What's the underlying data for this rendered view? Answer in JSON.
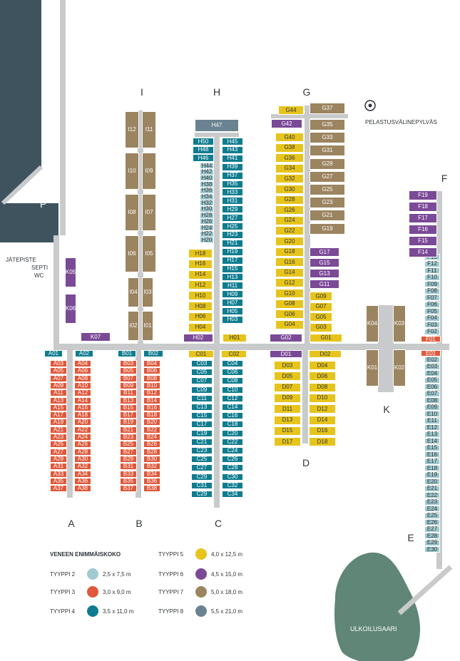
{
  "colors": {
    "t2": "#9fcad0",
    "t3": "#e0583a",
    "t4": "#0f7c8f",
    "t5": "#e6c41c",
    "t6": "#7b4a97",
    "t7": "#9b8460",
    "t8": "#6b8391"
  },
  "dock_labels": [
    "A",
    "B",
    "C",
    "D",
    "E",
    "F",
    "G",
    "H",
    "I",
    "K"
  ],
  "labels": {
    "parking": "P",
    "jatepiste": "JÄTEPISTE",
    "septi": "SEPTI",
    "wc": "WC",
    "pelastus": "PELASTUSVÄLINEPYLVÄS",
    "ulkoilusaari": "ULKOILUSAARI"
  },
  "legend": {
    "title": "VENEEN ENIMMÄISKOKO",
    "items": [
      {
        "type": "TYYPPI 2",
        "size": "2,5 x 7,5 m",
        "color": "#9fcad0"
      },
      {
        "type": "TYYPPI 3",
        "size": "3,0 x 9,0 m",
        "color": "#e0583a"
      },
      {
        "type": "TYYPPI 4",
        "size": "3,5 x 11,0 m",
        "color": "#0f7c8f"
      },
      {
        "type": "TYYPPI 5",
        "size": "4,0 x 12,5 m",
        "color": "#e6c41c"
      },
      {
        "type": "TYYPPI 6",
        "size": "4,5 x 15,0 m",
        "color": "#7b4a97"
      },
      {
        "type": "TYYPPI 7",
        "size": "5,0 x 18,0 m",
        "color": "#9b8460"
      },
      {
        "type": "TYYPPI 8",
        "size": "5,5 x 21,0 m",
        "color": "#6b8391"
      }
    ]
  },
  "berths": [
    {
      "id": "A01",
      "t": 4
    },
    {
      "id": "A02",
      "t": 4
    },
    {
      "id": "A03",
      "t": 3
    },
    {
      "id": "A04",
      "t": 3
    },
    {
      "id": "A05",
      "t": 3
    },
    {
      "id": "A06",
      "t": 3
    },
    {
      "id": "A07",
      "t": 3
    },
    {
      "id": "A08",
      "t": 3
    },
    {
      "id": "A09",
      "t": 3
    },
    {
      "id": "A10",
      "t": 3
    },
    {
      "id": "A11",
      "t": 3
    },
    {
      "id": "A12",
      "t": 3
    },
    {
      "id": "A13",
      "t": 3
    },
    {
      "id": "A14",
      "t": 3
    },
    {
      "id": "A15",
      "t": 3
    },
    {
      "id": "A16",
      "t": 3
    },
    {
      "id": "A17",
      "t": 3
    },
    {
      "id": "A18",
      "t": 3
    },
    {
      "id": "A19",
      "t": 3
    },
    {
      "id": "A20",
      "t": 3
    },
    {
      "id": "A21",
      "t": 3
    },
    {
      "id": "A22",
      "t": 3
    },
    {
      "id": "A23",
      "t": 3
    },
    {
      "id": "A24",
      "t": 3
    },
    {
      "id": "A25",
      "t": 3
    },
    {
      "id": "A26",
      "t": 3
    },
    {
      "id": "A27",
      "t": 3
    },
    {
      "id": "A28",
      "t": 3
    },
    {
      "id": "A29",
      "t": 3
    },
    {
      "id": "A30",
      "t": 3
    },
    {
      "id": "A31",
      "t": 3
    },
    {
      "id": "A32",
      "t": 3
    },
    {
      "id": "A33",
      "t": 3
    },
    {
      "id": "A34",
      "t": 3
    },
    {
      "id": "A35",
      "t": 3
    },
    {
      "id": "A36",
      "t": 3
    },
    {
      "id": "A37",
      "t": 3
    },
    {
      "id": "A38",
      "t": 3
    },
    {
      "id": "B01",
      "t": 4
    },
    {
      "id": "B02",
      "t": 4
    },
    {
      "id": "B03",
      "t": 3
    },
    {
      "id": "B04",
      "t": 3
    },
    {
      "id": "B05",
      "t": 3
    },
    {
      "id": "B06",
      "t": 3
    },
    {
      "id": "B07",
      "t": 3
    },
    {
      "id": "B08",
      "t": 3
    },
    {
      "id": "B09",
      "t": 3
    },
    {
      "id": "B10",
      "t": 3
    },
    {
      "id": "B11",
      "t": 3
    },
    {
      "id": "B12",
      "t": 3
    },
    {
      "id": "B13",
      "t": 3
    },
    {
      "id": "B14",
      "t": 3
    },
    {
      "id": "B15",
      "t": 3
    },
    {
      "id": "B16",
      "t": 3
    },
    {
      "id": "B17",
      "t": 3
    },
    {
      "id": "B18",
      "t": 3
    },
    {
      "id": "B19",
      "t": 3
    },
    {
      "id": "B20",
      "t": 3
    },
    {
      "id": "B21",
      "t": 3
    },
    {
      "id": "B22",
      "t": 3
    },
    {
      "id": "B23",
      "t": 3
    },
    {
      "id": "B24",
      "t": 3
    },
    {
      "id": "B25",
      "t": 3
    },
    {
      "id": "B26",
      "t": 3
    },
    {
      "id": "B27",
      "t": 3
    },
    {
      "id": "B28",
      "t": 3
    },
    {
      "id": "B29",
      "t": 3
    },
    {
      "id": "B30",
      "t": 3
    },
    {
      "id": "B31",
      "t": 3
    },
    {
      "id": "B32",
      "t": 3
    },
    {
      "id": "B33",
      "t": 3
    },
    {
      "id": "B34",
      "t": 3
    },
    {
      "id": "B35",
      "t": 3
    },
    {
      "id": "B36",
      "t": 3
    },
    {
      "id": "B37",
      "t": 3
    },
    {
      "id": "B38",
      "t": 3
    },
    {
      "id": "C01",
      "t": 5
    },
    {
      "id": "C02",
      "t": 5
    },
    {
      "id": "C03",
      "t": 4
    },
    {
      "id": "C04",
      "t": 4
    },
    {
      "id": "C05",
      "t": 4
    },
    {
      "id": "C06",
      "t": 4
    },
    {
      "id": "C07",
      "t": 4
    },
    {
      "id": "C08",
      "t": 4
    },
    {
      "id": "C09",
      "t": 4
    },
    {
      "id": "C10",
      "t": 4
    },
    {
      "id": "C11",
      "t": 4
    },
    {
      "id": "C12",
      "t": 4
    },
    {
      "id": "C13",
      "t": 4
    },
    {
      "id": "C14",
      "t": 4
    },
    {
      "id": "C15",
      "t": 4
    },
    {
      "id": "C16",
      "t": 4
    },
    {
      "id": "C17",
      "t": 4
    },
    {
      "id": "C18",
      "t": 4
    },
    {
      "id": "C19",
      "t": 4
    },
    {
      "id": "C20",
      "t": 4
    },
    {
      "id": "C21",
      "t": 4
    },
    {
      "id": "C22",
      "t": 4
    },
    {
      "id": "C23",
      "t": 4
    },
    {
      "id": "C24",
      "t": 4
    },
    {
      "id": "C25",
      "t": 4
    },
    {
      "id": "C26",
      "t": 4
    },
    {
      "id": "C27",
      "t": 4
    },
    {
      "id": "C28",
      "t": 4
    },
    {
      "id": "C29",
      "t": 4
    },
    {
      "id": "C30",
      "t": 4
    },
    {
      "id": "C31",
      "t": 4
    },
    {
      "id": "C32",
      "t": 4
    },
    {
      "id": "C29",
      "t": 4
    },
    {
      "id": "C34",
      "t": 4
    },
    {
      "id": "D01",
      "t": 6
    },
    {
      "id": "D02",
      "t": 5
    },
    {
      "id": "D03",
      "t": 5
    },
    {
      "id": "D04",
      "t": 5
    },
    {
      "id": "D05",
      "t": 5
    },
    {
      "id": "D06",
      "t": 5
    },
    {
      "id": "D07",
      "t": 5
    },
    {
      "id": "D08",
      "t": 5
    },
    {
      "id": "D09",
      "t": 5
    },
    {
      "id": "D10",
      "t": 5
    },
    {
      "id": "D11",
      "t": 5
    },
    {
      "id": "D12",
      "t": 5
    },
    {
      "id": "D13",
      "t": 5
    },
    {
      "id": "D14",
      "t": 5
    },
    {
      "id": "D15",
      "t": 5
    },
    {
      "id": "D16",
      "t": 5
    },
    {
      "id": "D17",
      "t": 5
    },
    {
      "id": "D18",
      "t": 5
    },
    {
      "id": "E01",
      "t": 3
    },
    {
      "id": "E02",
      "t": 2
    },
    {
      "id": "E03",
      "t": 2
    },
    {
      "id": "E04",
      "t": 2
    },
    {
      "id": "E05",
      "t": 2
    },
    {
      "id": "E06",
      "t": 2
    },
    {
      "id": "E07",
      "t": 2
    },
    {
      "id": "E08",
      "t": 2
    },
    {
      "id": "E09",
      "t": 2
    },
    {
      "id": "E10",
      "t": 2
    },
    {
      "id": "E11",
      "t": 2
    },
    {
      "id": "E12",
      "t": 2
    },
    {
      "id": "E13",
      "t": 2
    },
    {
      "id": "E14",
      "t": 2
    },
    {
      "id": "E15",
      "t": 2
    },
    {
      "id": "E16",
      "t": 2
    },
    {
      "id": "E17",
      "t": 2
    },
    {
      "id": "E18",
      "t": 2
    },
    {
      "id": "E19",
      "t": 2
    },
    {
      "id": "E20",
      "t": 2
    },
    {
      "id": "E21",
      "t": 2
    },
    {
      "id": "E22",
      "t": 2
    },
    {
      "id": "E23",
      "t": 2
    },
    {
      "id": "E24",
      "t": 2
    },
    {
      "id": "E25",
      "t": 2
    },
    {
      "id": "E26",
      "t": 2
    },
    {
      "id": "E27",
      "t": 2
    },
    {
      "id": "E28",
      "t": 2
    },
    {
      "id": "E29",
      "t": 2
    },
    {
      "id": "E30",
      "t": 2
    },
    {
      "id": "F01",
      "t": 3
    },
    {
      "id": "F02",
      "t": 2
    },
    {
      "id": "F03",
      "t": 2
    },
    {
      "id": "F04",
      "t": 2
    },
    {
      "id": "F05",
      "t": 2
    },
    {
      "id": "F06",
      "t": 2
    },
    {
      "id": "F07",
      "t": 2
    },
    {
      "id": "F08",
      "t": 2
    },
    {
      "id": "F09",
      "t": 2
    },
    {
      "id": "F10",
      "t": 2
    },
    {
      "id": "F11",
      "t": 2
    },
    {
      "id": "F12",
      "t": 2
    },
    {
      "id": "F13",
      "t": 2
    },
    {
      "id": "F14",
      "t": 6
    },
    {
      "id": "F15",
      "t": 6
    },
    {
      "id": "F16",
      "t": 6
    },
    {
      "id": "F17",
      "t": 6
    },
    {
      "id": "F18",
      "t": 6
    },
    {
      "id": "F19",
      "t": 6
    },
    {
      "id": "G01",
      "t": 5
    },
    {
      "id": "G02",
      "t": 6
    },
    {
      "id": "G03",
      "t": 5
    },
    {
      "id": "G04",
      "t": 5
    },
    {
      "id": "G05",
      "t": 5
    },
    {
      "id": "G06",
      "t": 5
    },
    {
      "id": "G07",
      "t": 5
    },
    {
      "id": "G08",
      "t": 5
    },
    {
      "id": "G09",
      "t": 5
    },
    {
      "id": "G10",
      "t": 5
    },
    {
      "id": "G11",
      "t": 6
    },
    {
      "id": "G12",
      "t": 5
    },
    {
      "id": "G13",
      "t": 6
    },
    {
      "id": "G14",
      "t": 5
    },
    {
      "id": "G15",
      "t": 6
    },
    {
      "id": "G16",
      "t": 5
    },
    {
      "id": "G17",
      "t": 6
    },
    {
      "id": "G18",
      "t": 5
    },
    {
      "id": "G19",
      "t": 7
    },
    {
      "id": "G20",
      "t": 5
    },
    {
      "id": "G21",
      "t": 7
    },
    {
      "id": "G22",
      "t": 5
    },
    {
      "id": "G23",
      "t": 7
    },
    {
      "id": "G24",
      "t": 5
    },
    {
      "id": "G25",
      "t": 7
    },
    {
      "id": "G26",
      "t": 5
    },
    {
      "id": "G27",
      "t": 7
    },
    {
      "id": "G28",
      "t": 5
    },
    {
      "id": "G29",
      "t": 7
    },
    {
      "id": "G30",
      "t": 5
    },
    {
      "id": "G31",
      "t": 7
    },
    {
      "id": "G32",
      "t": 5
    },
    {
      "id": "G33",
      "t": 7
    },
    {
      "id": "G34",
      "t": 5
    },
    {
      "id": "G35",
      "t": 7
    },
    {
      "id": "G36",
      "t": 5
    },
    {
      "id": "G37",
      "t": 7
    },
    {
      "id": "G38",
      "t": 5
    },
    {
      "id": "G40",
      "t": 5
    },
    {
      "id": "G42",
      "t": 6
    },
    {
      "id": "G44",
      "t": 5
    },
    {
      "id": "H01",
      "t": 5
    },
    {
      "id": "H02",
      "t": 6
    },
    {
      "id": "H03",
      "t": 4
    },
    {
      "id": "H04",
      "t": 5
    },
    {
      "id": "H05",
      "t": 4
    },
    {
      "id": "H06",
      "t": 5
    },
    {
      "id": "H07",
      "t": 4
    },
    {
      "id": "H08",
      "t": 5
    },
    {
      "id": "H09",
      "t": 4
    },
    {
      "id": "H10",
      "t": 5
    },
    {
      "id": "H11",
      "t": 4
    },
    {
      "id": "H12",
      "t": 5
    },
    {
      "id": "H13",
      "t": 4
    },
    {
      "id": "H14",
      "t": 5
    },
    {
      "id": "H15",
      "t": 4
    },
    {
      "id": "H16",
      "t": 5
    },
    {
      "id": "H17",
      "t": 4
    },
    {
      "id": "H18",
      "t": 5
    },
    {
      "id": "H19",
      "t": 4
    },
    {
      "id": "H20",
      "t": 2
    },
    {
      "id": "H21",
      "t": 4
    },
    {
      "id": "H22",
      "t": 2
    },
    {
      "id": "H23",
      "t": 4
    },
    {
      "id": "H24",
      "t": 2
    },
    {
      "id": "H25",
      "t": 4
    },
    {
      "id": "H26",
      "t": 2
    },
    {
      "id": "H27",
      "t": 4
    },
    {
      "id": "H28",
      "t": 2
    },
    {
      "id": "H29",
      "t": 4
    },
    {
      "id": "H30",
      "t": 2
    },
    {
      "id": "H31",
      "t": 4
    },
    {
      "id": "H32",
      "t": 2
    },
    {
      "id": "H33",
      "t": 4
    },
    {
      "id": "H34",
      "t": 2
    },
    {
      "id": "H35",
      "t": 4
    },
    {
      "id": "H36",
      "t": 2
    },
    {
      "id": "H37",
      "t": 4
    },
    {
      "id": "H38",
      "t": 2
    },
    {
      "id": "H39",
      "t": 4
    },
    {
      "id": "H40",
      "t": 2
    },
    {
      "id": "H41",
      "t": 4
    },
    {
      "id": "H42",
      "t": 2
    },
    {
      "id": "H43",
      "t": 4
    },
    {
      "id": "H44",
      "t": 2
    },
    {
      "id": "H45",
      "t": 4
    },
    {
      "id": "H46",
      "t": 4
    },
    {
      "id": "H47",
      "t": 8
    },
    {
      "id": "H48",
      "t": 4
    },
    {
      "id": "H50",
      "t": 4
    },
    {
      "id": "I01",
      "t": 7
    },
    {
      "id": "I02",
      "t": 7
    },
    {
      "id": "I03",
      "t": 7
    },
    {
      "id": "I04",
      "t": 7
    },
    {
      "id": "I05",
      "t": 7
    },
    {
      "id": "I06",
      "t": 7
    },
    {
      "id": "I07",
      "t": 7
    },
    {
      "id": "I08",
      "t": 7
    },
    {
      "id": "I09",
      "t": 7
    },
    {
      "id": "I10",
      "t": 7
    },
    {
      "id": "I11",
      "t": 7
    },
    {
      "id": "I12",
      "t": 7
    },
    {
      "id": "K01",
      "t": 7
    },
    {
      "id": "K02",
      "t": 7
    },
    {
      "id": "K03",
      "t": 7
    },
    {
      "id": "K04",
      "t": 7
    },
    {
      "id": "K05",
      "t": 6
    },
    {
      "id": "K06",
      "t": 6
    },
    {
      "id": "K07",
      "t": 6
    }
  ]
}
